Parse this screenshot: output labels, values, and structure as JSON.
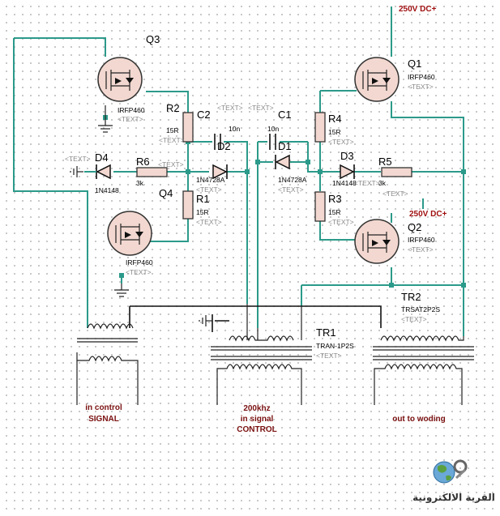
{
  "power": {
    "q1_supply": "250V DC+",
    "q2_supply": "250V DC+"
  },
  "transistors": {
    "q3": {
      "ref": "Q3",
      "part": "IRFP460",
      "text": "<TEXT>"
    },
    "q4": {
      "ref": "Q4",
      "part": "IRFP460",
      "text": "<TEXT>"
    },
    "q1": {
      "ref": "Q1",
      "part": "IRFP460",
      "text": "<TEXT>"
    },
    "q2": {
      "ref": "Q2",
      "part": "IRFP460",
      "text": "<TEXT>"
    }
  },
  "resistors": {
    "r2": {
      "ref": "R2",
      "value": "15R",
      "text": "<TEXT>"
    },
    "r1": {
      "ref": "R1",
      "value": "15R",
      "text": "<TEXT>"
    },
    "r6": {
      "ref": "R6",
      "value": "3k",
      "text": "<TEXT>"
    },
    "r4": {
      "ref": "R4",
      "value": "15R",
      "text": "<TEXT>"
    },
    "r3": {
      "ref": "R3",
      "value": "15R",
      "text": "<TEXT>"
    },
    "r5": {
      "ref": "R5",
      "value": "3k",
      "text": "<TEXT>"
    }
  },
  "capacitors": {
    "c2": {
      "ref": "C2",
      "value": "10n",
      "text": "<TEXT>"
    },
    "c1": {
      "ref": "C1",
      "value": "10n",
      "text": "<TEXT>"
    }
  },
  "diodes": {
    "d2": {
      "ref": "D2",
      "part": "1N4728A",
      "text": "<TEXT>"
    },
    "d1": {
      "ref": "D1",
      "part": "1N4728A",
      "text": "<TEXT>"
    },
    "d4": {
      "ref": "D4",
      "part": "1N4148",
      "text": "<TEXT>"
    },
    "d3": {
      "ref": "D3",
      "part": "1N4148",
      "text": "<TEXT>"
    }
  },
  "transformers": {
    "tr1": {
      "ref": "TR1",
      "part": "TRAN-1P2S",
      "text": "<TEXT>"
    },
    "tr2": {
      "ref": "TR2",
      "part": "TRSAT2P2S",
      "text": "<TEXT>"
    }
  },
  "labels": {
    "in_control_1": "in control",
    "in_control_2": "SIGNAL",
    "signal_1": "200khz",
    "signal_2": "in signal",
    "signal_3": "CONTROL",
    "out": "out to woding"
  },
  "logo_text": "القرية الالكترونية"
}
